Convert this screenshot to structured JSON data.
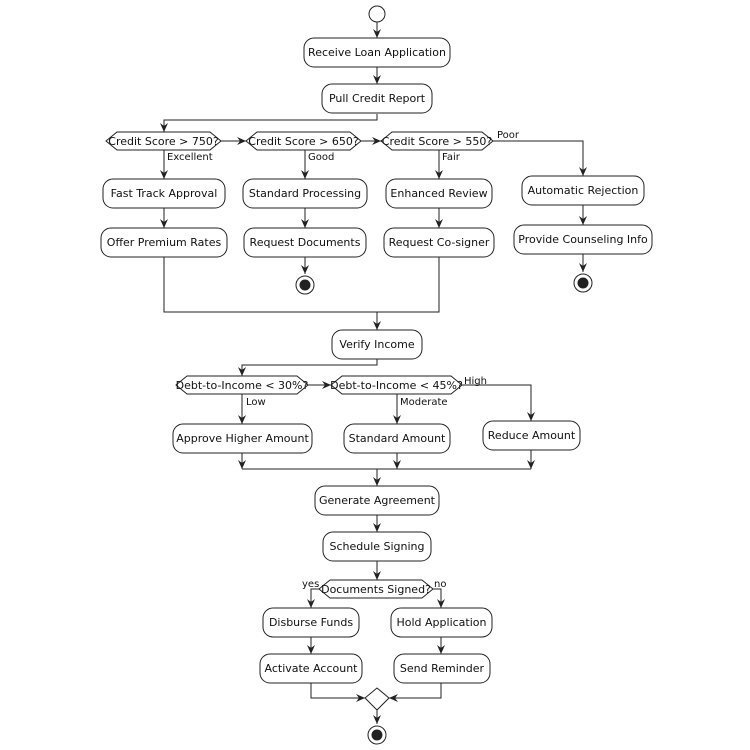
{
  "diagram": {
    "actions": {
      "receive": "Receive Loan Application",
      "pull": "Pull Credit Report",
      "fast": "Fast Track Approval",
      "premium": "Offer Premium Rates",
      "standard_proc": "Standard Processing",
      "request_docs": "Request Documents",
      "enhanced": "Enhanced Review",
      "cosigner": "Request Co-signer",
      "auto_reject": "Automatic Rejection",
      "counseling": "Provide Counseling Info",
      "verify": "Verify Income",
      "approve_higher": "Approve Higher Amount",
      "standard_amount": "Standard Amount",
      "reduce": "Reduce Amount",
      "generate": "Generate Agreement",
      "schedule": "Schedule Signing",
      "disburse": "Disburse Funds",
      "activate": "Activate Account",
      "hold": "Hold Application",
      "reminder": "Send Reminder"
    },
    "decisions": {
      "cs750": "Credit Score > 750?",
      "cs650": "Credit Score > 650?",
      "cs550": "Credit Score > 550?",
      "dti30": "Debt-to-Income < 30%?",
      "dti45": "Debt-to-Income < 45%?",
      "signed": "Documents Signed?"
    },
    "edge_labels": {
      "excellent": "Excellent",
      "good": "Good",
      "fair": "Fair",
      "poor": "Poor",
      "low": "Low",
      "moderate": "Moderate",
      "high": "High",
      "yes": "yes",
      "no": "no"
    }
  }
}
